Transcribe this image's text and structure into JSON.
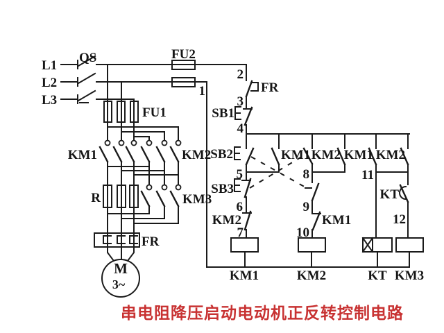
{
  "title": "串电阻降压启动电动机正反转控制电路",
  "colors": {
    "line": "#1a1a1a",
    "title": "#c83232",
    "background": "#ffffff"
  },
  "power": {
    "l1": "L1",
    "l2": "L2",
    "l3": "L3",
    "qs": "QS",
    "fu2": "FU2",
    "fu1": "FU1",
    "km1": "KM1",
    "km2": "KM2",
    "r": "R",
    "km3": "KM3",
    "fr": "FR",
    "motor_m": "M",
    "motor_phase": "3~"
  },
  "control": {
    "nodes": [
      "1",
      "2",
      "3",
      "4",
      "5",
      "6",
      "7",
      "8",
      "9",
      "10",
      "11",
      "12"
    ],
    "fr": "FR",
    "sb1": "SB1",
    "sb2": "SB2",
    "sb3": "SB3",
    "km1_selfhold": "KM1",
    "km2_selfhold": "KM2",
    "km2_interlock": "KM2",
    "km1_interlock": "KM1",
    "km1_parallel": "KM1",
    "km2_parallel": "KM2",
    "kt_contact": "KT",
    "coil_km1": "KM1",
    "coil_km2": "KM2",
    "coil_kt": "KT",
    "coil_km3": "KM3"
  }
}
